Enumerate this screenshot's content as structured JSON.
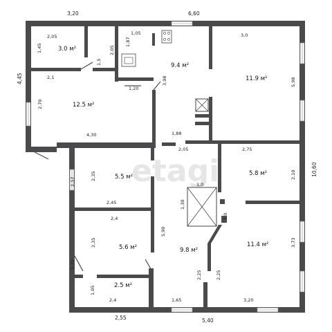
{
  "watermark": "etagi",
  "rooms": [
    {
      "area": "3.0 м²"
    },
    {
      "area": "9.4 м²"
    },
    {
      "area": "11.9 м²"
    },
    {
      "area": "12.5 м²"
    },
    {
      "area": "5.5 м²"
    },
    {
      "area": "5.8 м²"
    },
    {
      "area": "5.6 м²"
    },
    {
      "area": "9.8 м²"
    },
    {
      "area": "11.4 м²"
    },
    {
      "area": "2.5 м²"
    }
  ],
  "dimensions": [
    "3,20",
    "6,60",
    "2,05",
    "1,05",
    "3,0",
    "1,45",
    "1,87",
    "2,05",
    "1,5",
    "4,45",
    "2,1",
    "3,98",
    "5,98",
    "1,20",
    "2,70",
    "4,30",
    "1,88",
    "2,05",
    "2,75",
    "2,35",
    "2,57",
    "1,0",
    "2,10",
    "10,60",
    "1,30",
    "1,0",
    "2,45",
    "2,4",
    "5,90",
    "2,35",
    "3,73",
    "3,70",
    "2,25",
    "2,25",
    "1,05",
    "2,4",
    "1,65",
    "3,20",
    "2,55",
    "5,40"
  ]
}
